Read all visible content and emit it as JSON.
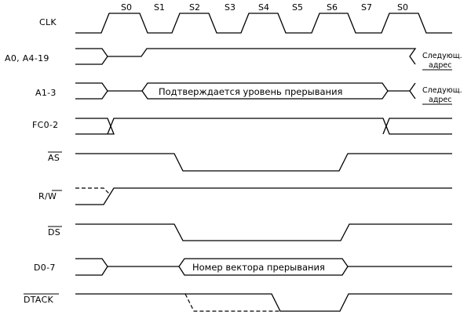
{
  "states": [
    "S0",
    "S1",
    "S2",
    "S3",
    "S4",
    "S5",
    "S6",
    "S7",
    "S0"
  ],
  "signals": [
    {
      "name": "CLK",
      "overline": false
    },
    {
      "name": "A0, A4-19",
      "overline": false
    },
    {
      "name": "A1-3",
      "overline": false
    },
    {
      "name": "FC0-2",
      "overline": false
    },
    {
      "name": "AS",
      "overline": true
    },
    {
      "name": "R/W",
      "overline": false,
      "overline_part": "W"
    },
    {
      "name": "DS",
      "overline": true
    },
    {
      "name": "D0-7",
      "overline": false
    },
    {
      "name": "DTACK",
      "overline": true
    }
  ],
  "annotations": {
    "a13_bus": "Подтверждается уровень прерывания",
    "d07_bus": "Номер вектора прерывания",
    "next_addr_1_line1": "Следующ.",
    "next_addr_1_line2": "адрес",
    "next_addr_2_line1": "Следующ.",
    "next_addr_2_line2": "адрес"
  }
}
